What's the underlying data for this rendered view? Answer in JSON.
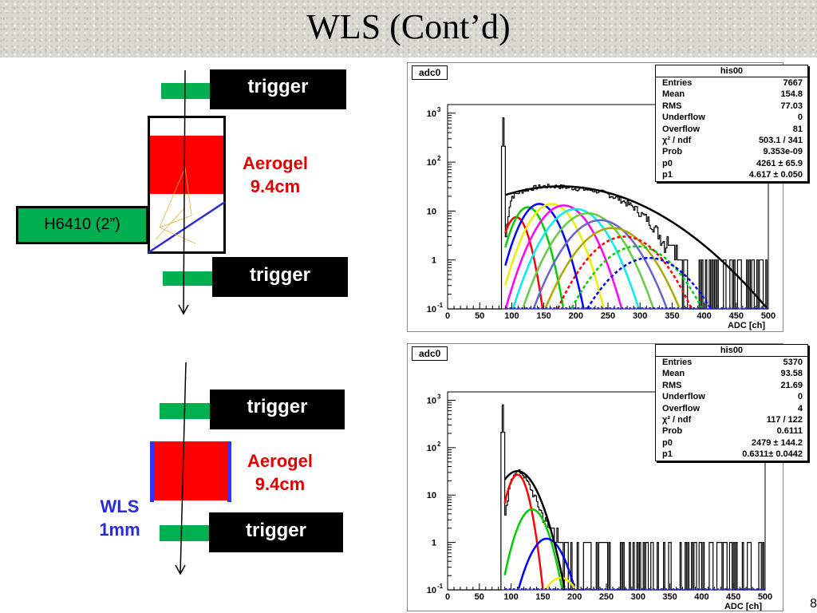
{
  "title": "WLS (Cont’d)",
  "page_number": "8",
  "setup_top": {
    "trigger_upper": "trigger",
    "trigger_lower": "trigger",
    "aerogel_line1": "Aerogel",
    "aerogel_line2": "9.4cm",
    "pmt_label": "H6410 (2”)"
  },
  "setup_bottom": {
    "trigger_upper": "trigger",
    "trigger_lower": "trigger",
    "aerogel_line1": "Aerogel",
    "aerogel_line2": "9.4cm",
    "wls_line1": "WLS",
    "wls_line2": "1mm"
  },
  "colors": {
    "trigger_bar": "#00b050",
    "aerogel": "#ff0000",
    "wls": "#3333ff",
    "label_red": "#e00000",
    "label_blue": "#2a2ad8"
  },
  "chart_data": [
    {
      "type": "histogram",
      "hist_name": "adc0",
      "xlabel": "ADC [ch]",
      "ylabel": "",
      "xlim": [
        0,
        500
      ],
      "ylim": [
        0.1,
        1500
      ],
      "yscale": "log",
      "x_ticks": [
        "0",
        "50",
        "100",
        "150",
        "200",
        "250",
        "300",
        "350",
        "400",
        "450",
        "500"
      ],
      "stats": {
        "title": "his00",
        "rows": [
          {
            "label": "Entries",
            "value": "7667"
          },
          {
            "label": "Mean",
            "value": "154.8"
          },
          {
            "label": "RMS",
            "value": "77.03"
          },
          {
            "label": "Underflow",
            "value": "0"
          },
          {
            "label": "Overflow",
            "value": "81"
          },
          {
            "label": "χ² / ndf",
            "value": "503.1 / 341"
          },
          {
            "label": "Prob",
            "value": "9.353e-09"
          },
          {
            "label": "p0",
            "value": "4261 ± 65.9"
          },
          {
            "label": "p1",
            "value": "4.617 ± 0.050"
          }
        ]
      },
      "pedestal": {
        "x": 86,
        "peak": 800
      },
      "envelope": {
        "x": [
          90,
          95,
          100,
          110,
          120,
          130,
          140,
          150,
          160,
          170,
          180,
          190,
          200,
          210,
          220,
          230,
          240,
          250,
          260,
          270,
          280,
          290,
          300,
          310,
          320,
          330,
          340,
          350,
          360,
          370,
          380,
          390,
          400
        ],
        "y": [
          3,
          12,
          20,
          24,
          27,
          29,
          31,
          32,
          32,
          32,
          31,
          30,
          29,
          28,
          27,
          26,
          24,
          22,
          19,
          17,
          14,
          12,
          9,
          7,
          5,
          3.2,
          2,
          1.3,
          0.8,
          0.5,
          0.3,
          0.2,
          0.12
        ]
      },
      "total_fit": {
        "x": 90,
        "mu": 176,
        "sigma": 95,
        "amp": 32
      },
      "components": [
        {
          "mu": 107,
          "sigma": 14,
          "amp": 7.5,
          "color": "#ff0000",
          "style": "solid"
        },
        {
          "mu": 125,
          "sigma": 18,
          "amp": 12,
          "color": "#00cc00",
          "style": "solid"
        },
        {
          "mu": 143,
          "sigma": 22,
          "amp": 14,
          "color": "#0000ff",
          "style": "solid"
        },
        {
          "mu": 162,
          "sigma": 26,
          "amp": 14,
          "color": "#eeee00",
          "style": "solid"
        },
        {
          "mu": 181,
          "sigma": 29,
          "amp": 13,
          "color": "#ff00ff",
          "style": "solid"
        },
        {
          "mu": 200,
          "sigma": 32,
          "amp": 11,
          "color": "#00eeee",
          "style": "solid"
        },
        {
          "mu": 219,
          "sigma": 34,
          "amp": 9,
          "color": "#66cc44",
          "style": "solid"
        },
        {
          "mu": 238,
          "sigma": 36,
          "amp": 6.5,
          "color": "#6666cc",
          "style": "solid"
        },
        {
          "mu": 257,
          "sigma": 38,
          "amp": 4.5,
          "color": "#aaaa00",
          "style": "solid"
        },
        {
          "mu": 276,
          "sigma": 40,
          "amp": 3,
          "color": "#ff0000",
          "style": "dashed"
        },
        {
          "mu": 295,
          "sigma": 42,
          "amp": 1.9,
          "color": "#00cc00",
          "style": "dashed"
        },
        {
          "mu": 314,
          "sigma": 44,
          "amp": 1.1,
          "color": "#0000ff",
          "style": "dashed"
        }
      ]
    },
    {
      "type": "histogram",
      "hist_name": "adc0",
      "xlabel": "ADC [ch]",
      "ylabel": "",
      "xlim": [
        0,
        500
      ],
      "ylim": [
        0.1,
        1500
      ],
      "yscale": "log",
      "x_ticks": [
        "0",
        "50",
        "100",
        "150",
        "200",
        "250",
        "300",
        "350",
        "400",
        "450",
        "500"
      ],
      "stats": {
        "title": "his00",
        "rows": [
          {
            "label": "Entries",
            "value": "5370"
          },
          {
            "label": "Mean",
            "value": "93.58"
          },
          {
            "label": "RMS",
            "value": "21.69"
          },
          {
            "label": "Underflow",
            "value": "0"
          },
          {
            "label": "Overflow",
            "value": "4"
          },
          {
            "label": "χ² / ndf",
            "value": "117 / 122"
          },
          {
            "label": "Prob",
            "value": "0.6111"
          },
          {
            "label": "p0",
            "value": "2479 ± 144.2"
          },
          {
            "label": "p1",
            "value": "0.6311± 0.0442"
          }
        ]
      },
      "pedestal": {
        "x": 86,
        "peak": 800
      },
      "envelope": {
        "x": [
          90,
          95,
          100,
          105,
          110,
          115,
          120,
          130,
          140,
          150,
          160,
          170,
          180,
          190,
          200,
          210
        ],
        "y": [
          3,
          10,
          22,
          30,
          32,
          30,
          25,
          14,
          7,
          3.5,
          1.8,
          1,
          0.5,
          0.3,
          0.15,
          0.1
        ]
      },
      "total_fit": {
        "x": 90,
        "mu": 110,
        "sigma": 22,
        "amp": 32
      },
      "components": [
        {
          "mu": 110,
          "sigma": 12,
          "amp": 27,
          "color": "#ff0000",
          "style": "solid"
        },
        {
          "mu": 133,
          "sigma": 17,
          "amp": 5,
          "color": "#00cc00",
          "style": "solid"
        },
        {
          "mu": 156,
          "sigma": 20,
          "amp": 1.2,
          "color": "#0000ff",
          "style": "solid"
        },
        {
          "mu": 178,
          "sigma": 22,
          "amp": 0.18,
          "color": "#eeee00",
          "style": "solid"
        }
      ]
    }
  ]
}
